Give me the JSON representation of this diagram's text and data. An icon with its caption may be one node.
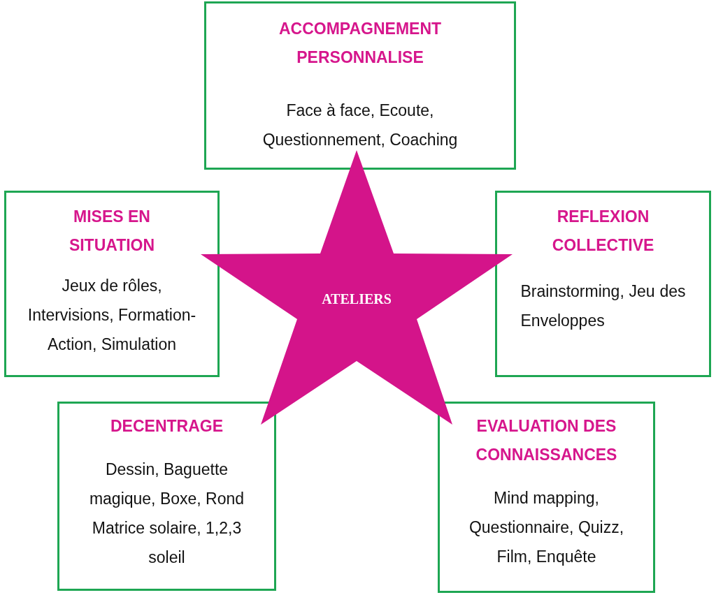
{
  "diagram": {
    "nodes": [
      {
        "text": [
          "ACCOMPAGNEMENT PERSONNALISE",
          "Face à face, Ecoute, Questionnement, Coaching"
        ]
      },
      {
        "text": [
          "MISES EN SITUATION",
          "Jeux de rôles, Intervisions, Formation-Action, Simulation"
        ]
      },
      {
        "text": [
          "ATELIERS"
        ]
      },
      {
        "text": [
          "REFLEXION COLLECTIVE",
          "Brainstorming, Jeu des Enveloppes"
        ]
      },
      {
        "text": [
          "DECENTRAGE",
          "Dessin, Baguette magique, Boxe, Rond Matrice solaire, 1,2,3 soleil"
        ]
      },
      {
        "text": [
          "EVALUATION DES CONNAISSANCES",
          "Mind mapping, Questionnaire, Quizz, Film, Enquête"
        ]
      }
    ]
  }
}
